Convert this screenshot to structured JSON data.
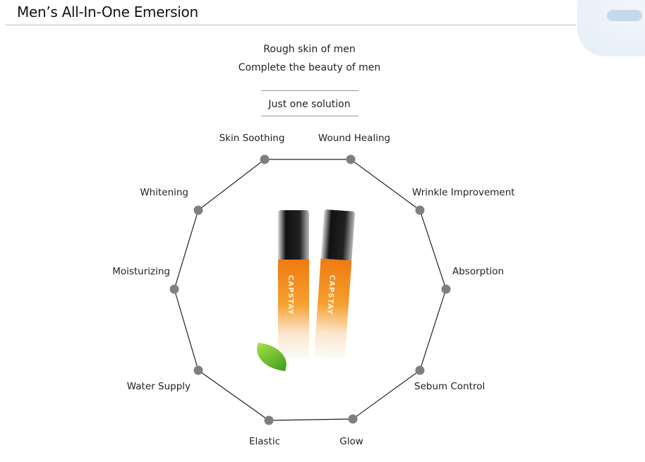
{
  "header": {
    "title": "Men’s All-In-One Emersion"
  },
  "intro": {
    "line1": "Rough skin of men",
    "line2": "Complete the beauty of men",
    "tagline": "Just one solution"
  },
  "product": {
    "brand": "CAPSTAY"
  },
  "features": [
    "Skin Soothing",
    "Wound Healing",
    "Wrinkle Improvement",
    "Absorption",
    "Sebum Control",
    "Glow",
    "Elastic",
    "Water Supply",
    "Moisturizing",
    "Whitening"
  ],
  "colors": {
    "dot": "#7f7f7f",
    "line": "#222222",
    "rule": "#a8bfd3"
  }
}
